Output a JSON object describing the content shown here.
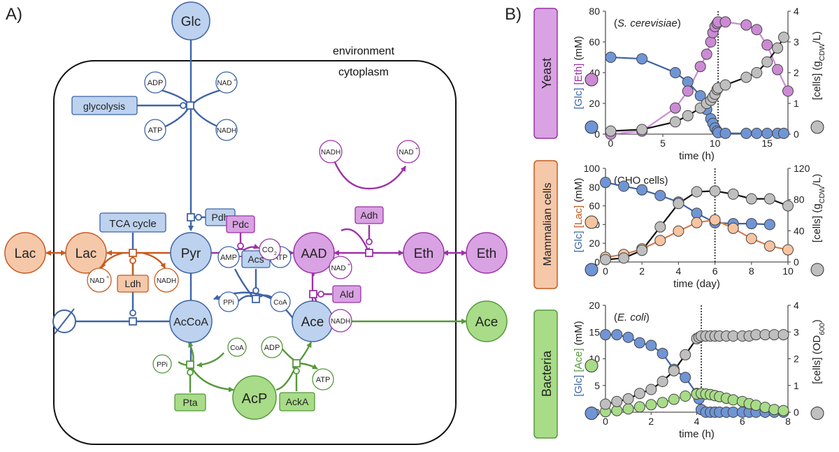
{
  "panel_a": {
    "label": "A)",
    "environment_label": "environment",
    "cytoplasm_label": "cytoplasm",
    "metabolites": {
      "glc": "Glc",
      "pyr": "Pyr",
      "aad": "AAD",
      "eth_in": "Eth",
      "eth_out": "Eth",
      "lac_in": "Lac",
      "lac_out": "Lac",
      "accoa": "AcCoA",
      "ace_in": "Ace",
      "ace_out": "Ace",
      "acp": "AcP"
    },
    "enzymes": {
      "glycolysis": "glycolysis",
      "pdc": "Pdc",
      "adh": "Adh",
      "ldh": "Ldh",
      "pdh": "Pdh",
      "acs": "Acs",
      "ald": "Ald",
      "tca": "TCA cycle",
      "pta": "Pta",
      "acka": "AckA"
    },
    "cofactors": {
      "adp": "ADP",
      "nad": "NAD",
      "sup_plus": "+",
      "atp": "ATP",
      "nadh": "NADH",
      "co": "CO",
      "sub_2": "2",
      "amp": "AMP",
      "ppi": "PPi",
      "coa": "CoA"
    },
    "colors": {
      "blue": "#3d64a6",
      "blue_fill": "#bdd2ee",
      "purple": "#9c32a8",
      "purple_fill": "#d9a2e2",
      "orange": "#c85a1e",
      "orange_fill": "#f5c8aa",
      "green": "#56983c",
      "green_fill": "#a8dc88"
    }
  },
  "panel_b": {
    "label": "B)",
    "chart_data": [
      {
        "type": "scatter",
        "organism_label": "Yeast",
        "annotation": "S. cerevisiae",
        "xlabel": "time (h)",
        "ylabel_left": [
          "[Glc]",
          "[Eth]",
          "(mM)"
        ],
        "ylabel_right": "[cells] (g_CDW/L)",
        "xlim": [
          -0.5,
          17
        ],
        "ylim_left": [
          0,
          80
        ],
        "ylim_right": [
          0,
          4
        ],
        "xticks": [
          0,
          5,
          10,
          15
        ],
        "yticks_left": [
          0,
          20,
          40,
          60,
          80
        ],
        "yticks_right": [
          0,
          1,
          2,
          3,
          4
        ],
        "vline_x": 10.3,
        "series": [
          {
            "name": "Glc",
            "axis": "left",
            "color": "#6f95d6",
            "x": [
              0,
              3,
              6.2,
              7.4,
              8.6,
              9.2,
              9.6,
              9.8,
              10.0,
              10.2,
              10.3,
              11,
              13,
              14,
              15,
              16,
              16.6
            ],
            "y": [
              50,
              49,
              40,
              34,
              25,
              16,
              10,
              7,
              4,
              2,
              1,
              0.5,
              0.5,
              0.5,
              0.5,
              0.5,
              0.5
            ]
          },
          {
            "name": "Eth",
            "axis": "left",
            "color": "#cc8ad5",
            "x": [
              0,
              3,
              6.2,
              7.4,
              8.6,
              9.2,
              9.6,
              9.8,
              10.0,
              10.2,
              10.3,
              11,
              13,
              14,
              15,
              16,
              17
            ],
            "y": [
              0,
              2,
              17,
              28,
              44,
              52,
              60,
              66,
              70,
              72,
              73,
              73,
              71,
              68,
              58,
              42,
              28
            ]
          },
          {
            "name": "cells",
            "axis": "right",
            "color": "#bfbfbf",
            "x": [
              0,
              3,
              6.2,
              7.4,
              8.6,
              9.2,
              9.6,
              9.8,
              10.0,
              10.2,
              10.3,
              11,
              13,
              14,
              15,
              16,
              16.6
            ],
            "y": [
              0.1,
              0.15,
              0.4,
              0.6,
              0.85,
              1.0,
              1.1,
              1.2,
              1.3,
              1.45,
              1.5,
              1.6,
              1.85,
              2.0,
              2.35,
              2.8,
              3.15
            ]
          }
        ]
      },
      {
        "type": "scatter",
        "organism_label": "Mammalian cells",
        "annotation": "(CHO cells)",
        "xlabel": "time (day)",
        "ylabel_left": [
          "[Glc]",
          "[Lac]",
          "(mM)"
        ],
        "ylabel_right": "[cells] (g_CDW/L)",
        "xlim": [
          0,
          10
        ],
        "ylim_left": [
          0,
          100
        ],
        "ylim_right": [
          0,
          120
        ],
        "xticks": [
          0,
          2,
          4,
          6,
          8,
          10
        ],
        "yticks_left": [
          0,
          20,
          40,
          60,
          80,
          100
        ],
        "yticks_right": [
          0,
          40,
          80,
          120
        ],
        "vline_x": 6,
        "series": [
          {
            "name": "Glc",
            "axis": "left",
            "color": "#6f95d6",
            "x": [
              0,
              1,
              2,
              3,
              4,
              5,
              6,
              7,
              8,
              9
            ],
            "y": [
              85,
              81,
              77,
              71,
              64,
              52,
              42,
              41,
              41,
              40
            ]
          },
          {
            "name": "Lac",
            "axis": "left",
            "color": "#f6c4a0",
            "x": [
              0,
              1,
              2,
              3,
              4,
              5,
              6,
              7,
              8,
              9,
              10
            ],
            "y": [
              5,
              8,
              14,
              23,
              33,
              42,
              45,
              36,
              25,
              17,
              13
            ]
          },
          {
            "name": "cells",
            "axis": "right",
            "color": "#bfbfbf",
            "x": [
              0,
              1,
              2,
              3,
              4,
              5,
              6,
              7,
              8,
              9,
              10
            ],
            "y": [
              3,
              5,
              15,
              45,
              75,
              90,
              91,
              87,
              81,
              81,
              72
            ]
          }
        ]
      },
      {
        "type": "scatter",
        "organism_label": "Bacteria",
        "annotation": "E. coli",
        "xlabel": "time (h)",
        "ylabel_left": [
          "[Glc]",
          "[Ace]",
          "(mM)"
        ],
        "ylabel_right": "[cells] (OD_600)",
        "xlim": [
          0,
          8
        ],
        "ylim_left": [
          0,
          20
        ],
        "ylim_right": [
          0,
          4
        ],
        "xticks": [
          0,
          2,
          4,
          6,
          8
        ],
        "yticks_left": [
          0,
          5,
          10,
          15,
          20
        ],
        "yticks_right": [
          0,
          1,
          2,
          3,
          4
        ],
        "vline_x": 4.2,
        "series": [
          {
            "name": "Glc",
            "axis": "left",
            "color": "#6f95d6",
            "x": [
              0,
              0.5,
              1,
              1.5,
              2,
              2.5,
              3,
              3.5,
              4,
              4.1,
              4.2,
              4.4,
              4.6,
              4.8,
              5,
              5.3,
              5.6,
              6,
              6.3,
              6.6,
              7,
              7.4,
              7.8
            ],
            "y": [
              14.5,
              14.5,
              14,
              13,
              12.5,
              11,
              8,
              6.5,
              3.5,
              2.5,
              0.5,
              0,
              0,
              0,
              0,
              0,
              0,
              0,
              0,
              0,
              0,
              0,
              0
            ]
          },
          {
            "name": "Ace",
            "axis": "left",
            "color": "#a8dc88",
            "x": [
              0,
              0.5,
              1,
              1.5,
              2,
              2.5,
              3,
              3.5,
              4,
              4.2,
              4.4,
              4.6,
              4.8,
              5,
              5.3,
              5.6,
              6,
              6.3,
              6.6,
              7,
              7.4,
              7.8
            ],
            "y": [
              0.1,
              0.3,
              0.6,
              1.0,
              1.4,
              1.8,
              2.4,
              3.0,
              3.4,
              3.5,
              3.4,
              3.3,
              3.1,
              2.9,
              2.6,
              2.3,
              2.0,
              1.6,
              1.3,
              0.9,
              0.5,
              0.3
            ]
          },
          {
            "name": "cells",
            "axis": "right",
            "color": "#bfbfbf",
            "x": [
              0,
              0.5,
              1,
              1.5,
              2,
              2.5,
              3,
              3.5,
              4,
              4.1,
              4.2,
              4.4,
              4.6,
              4.8,
              5,
              5.3,
              5.6,
              6,
              6.3,
              6.6,
              7,
              7.4,
              7.8
            ],
            "y": [
              0.3,
              0.4,
              0.5,
              0.7,
              0.85,
              1.15,
              1.55,
              2.15,
              2.75,
              2.8,
              2.85,
              2.85,
              2.85,
              2.85,
              2.85,
              2.85,
              2.85,
              2.85,
              2.85,
              2.9,
              2.9,
              2.9,
              2.9
            ]
          }
        ]
      }
    ]
  }
}
